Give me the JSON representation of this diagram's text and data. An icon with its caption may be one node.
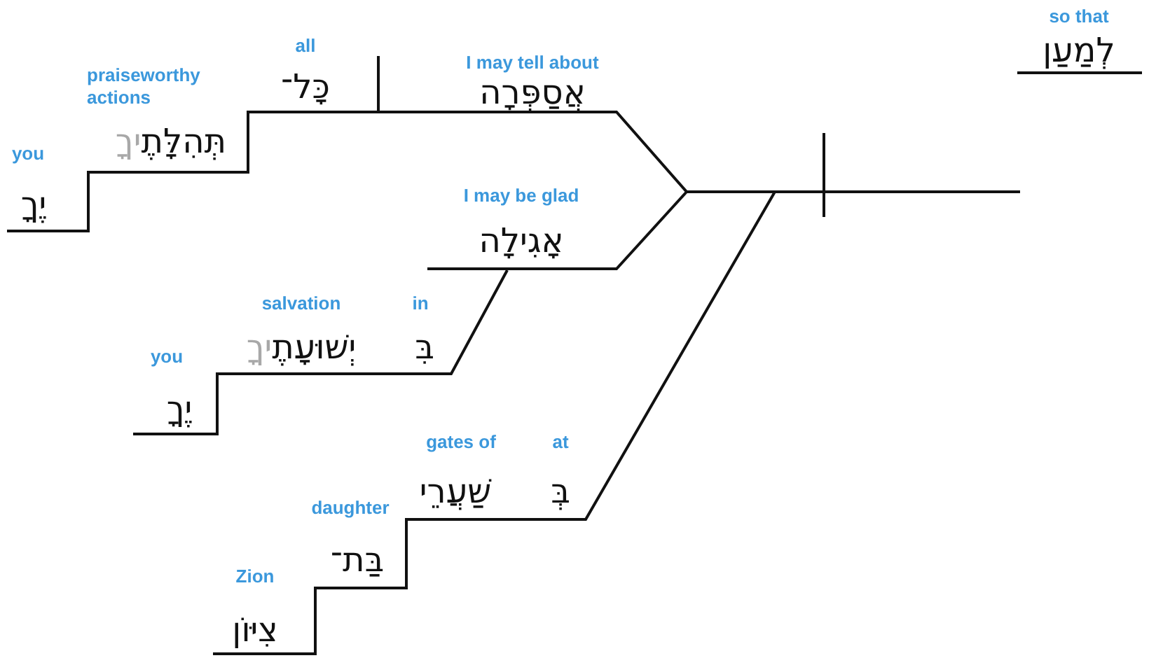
{
  "diagram": {
    "labels": [
      "so that",
      "לְמַעַן",
      "all",
      "כָּל־",
      "I may tell about",
      "אֲסַפְּרָה",
      "praiseworthy actions",
      "תְּהִלָּתֶ",
      "יךָ",
      "you",
      "יֶךָ",
      "I may be glad",
      "אָגִילָה",
      "salvation",
      "in",
      "יְשׁוּעָתֶ",
      "יךָ",
      "בִּ",
      "you",
      "יֶךָ",
      "gates of",
      "at",
      "שַׁעֲרֵי",
      "בְּ",
      "daughter",
      "בַּת־",
      "Zion",
      "צִיּוֹן"
    ]
  }
}
